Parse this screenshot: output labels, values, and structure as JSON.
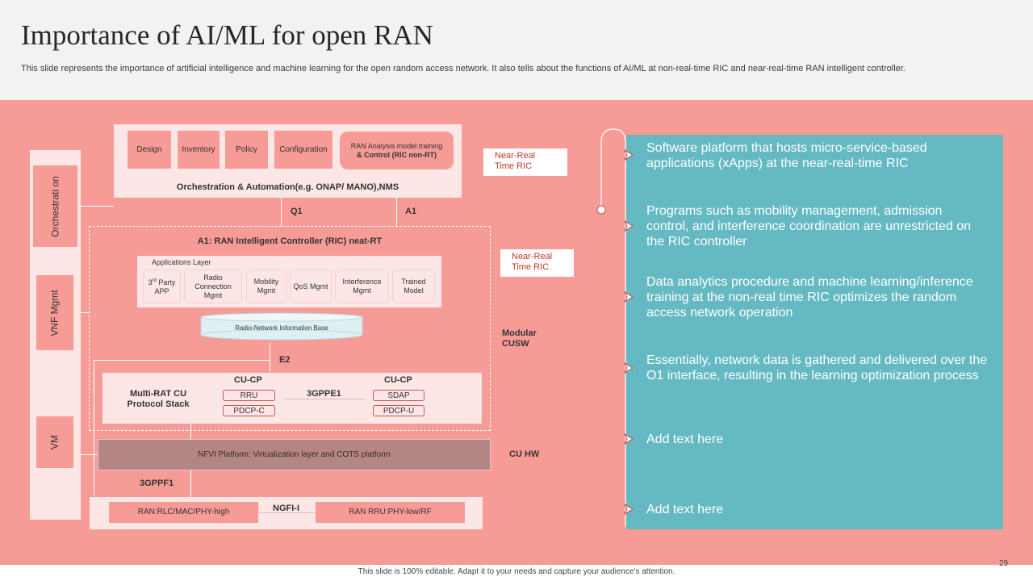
{
  "header": {
    "title": "Importance of AI/ML for open RAN",
    "subtitle": "This slide represents the importance of artificial intelligence and machine learning for the open random access network. It also tells about the functions of AI/ML  at non-real-time RIC and near-real-time RAN intelligent controller."
  },
  "diagram": {
    "side": {
      "orchestration": "Orchestrati on",
      "vnf": "VNF Mgmt",
      "vm": "VM"
    },
    "top": {
      "boxes": [
        "Design",
        "Inventory",
        "Policy",
        "Configuration"
      ],
      "ran_analysis_line1": "RAN Analysis model training",
      "ran_analysis_line2": "& Control (RIC non-RT)",
      "label": "Orchestration & Automation(e.g.  ONAP/ MANO),NMS"
    },
    "q1": "Q1",
    "a1": "A1",
    "ric_title": "A1: RAN Intelligent Controller (RIC) neat-RT",
    "apps": {
      "label": "Applications Layer",
      "third_party_sup": "rd",
      "third_party_a": "3",
      "third_party_b": " Party",
      "third_party_c": "APP",
      "items": [
        "Radio Connection Mgmt",
        "Mobility Mgmt",
        "QoS Mgmt",
        "Interference Mgmt",
        "Trained Model"
      ]
    },
    "rnib": "Radio-Network Information Base",
    "e2": "E2",
    "cu": {
      "stack_label": "Multi-RAT CU Protocol Stack",
      "cucp1": "CU-CP",
      "cucp2": "CU-CP",
      "rru": "RRU",
      "pdcpc": "PDCP-C",
      "sdap": "SDAP",
      "pdcpu": "PDCP-U",
      "gppe1": "3GPPE1"
    },
    "nfvi": "NFVI Platform: Virtualization layer and COTS platform",
    "gppf1": "3GPPF1",
    "ngfi": "NGFI-I",
    "ran_high": "RAN:RLC/MAC/PHY-high",
    "ran_low": "RAN RRU:PHY-low/RF",
    "near_real_1": "Near-Real Time RIC",
    "near_real_2": "Near-Real Time RIC",
    "modular": "Modular CUSW",
    "cuhw": "CU HW"
  },
  "points": [
    "Software platform that hosts micro-service-based applications (xApps) at the near-real-time RIC",
    "Programs such as mobility management, admission control, and interference coordination are unrestricted on the RIC controller",
    "Data analytics procedure and machine learning/inference training at the non-real time RIC optimizes the random access network operation",
    "Essentially, network data is gathered and delivered over the O1 interface, resulting in the learning optimization process",
    "Add text here",
    "Add text here"
  ],
  "footer": "This slide is 100% editable.  Adapt it to your needs and capture your audience's attention.",
  "page_number": "29",
  "colors": {
    "salmon": "#f79b97",
    "pale_pink": "#fde6e6",
    "teal": "#65b9c3",
    "nfvi": "#b38684",
    "near_real_text": "#c0392b"
  }
}
